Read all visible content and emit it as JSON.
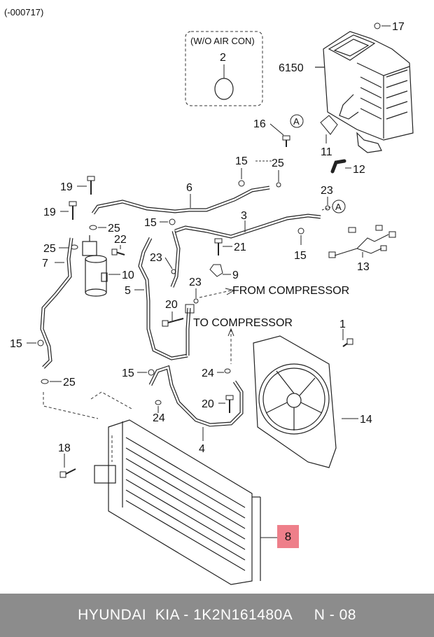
{
  "diagram": {
    "range_code": "(-000717)",
    "inset_title": "(W/O AIR CON)",
    "ref_code": "6150",
    "callouts": {
      "c1": "1",
      "c2": "2",
      "c3": "3",
      "c4": "4",
      "c5": "5",
      "c6": "6",
      "c7": "7",
      "c8": "8",
      "c9": "9",
      "c10": "10",
      "c11": "11",
      "c12": "12",
      "c13": "13",
      "c14": "14",
      "c15a": "15",
      "c15b": "15",
      "c15c": "15",
      "c15d": "15",
      "c15e": "15",
      "c16": "16",
      "c17": "17",
      "c18": "18",
      "c19a": "19",
      "c19b": "19",
      "c20a": "20",
      "c20b": "20",
      "c21": "21",
      "c22": "22",
      "c23a": "23",
      "c23b": "23",
      "c23c": "23",
      "c24a": "24",
      "c24b": "24",
      "c25a": "25",
      "c25b": "25",
      "c25c": "25",
      "c25d": "25"
    },
    "ref_marker": "A",
    "from_compressor": "FROM COMPRESSOR",
    "to_compressor": "TO COMPRESSOR",
    "highlight_color": "#ee7f8a"
  },
  "footer": {
    "text": "HYUNDAI  KIA - 1K2N161480A     N - 08",
    "background": "#8c8c8c"
  }
}
